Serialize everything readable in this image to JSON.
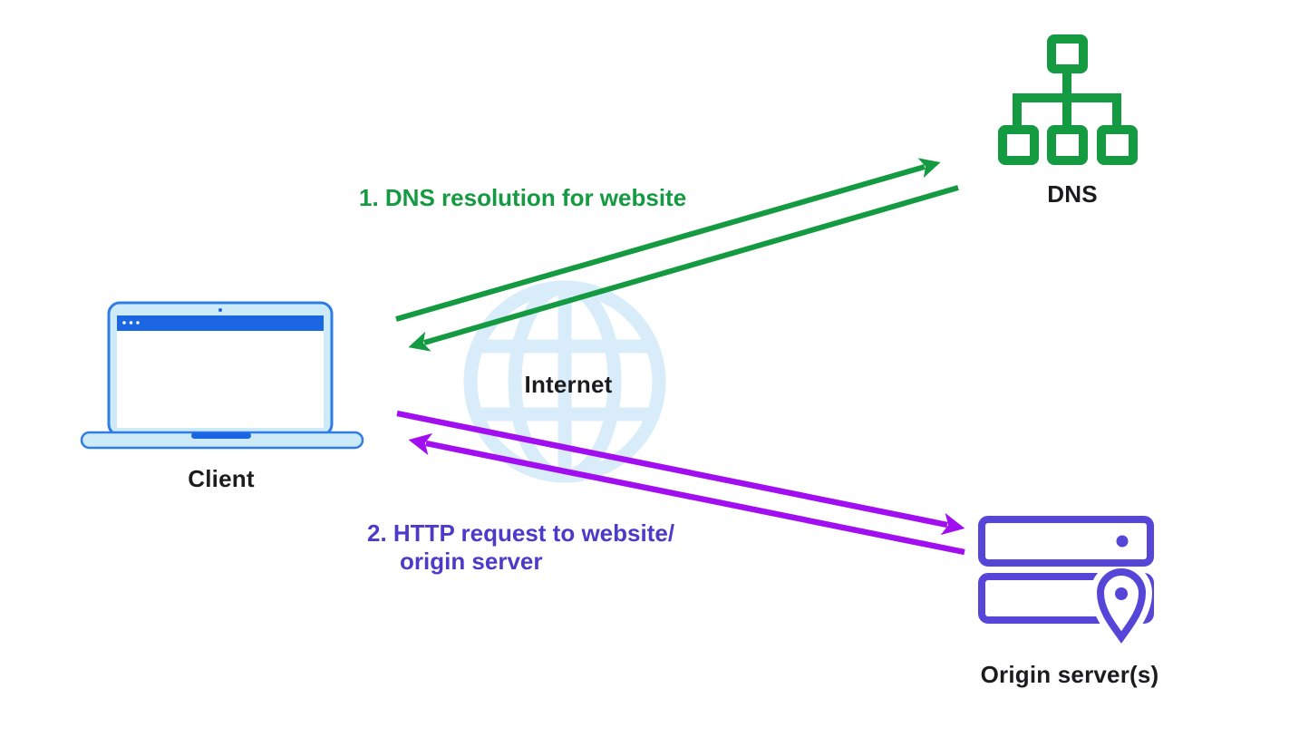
{
  "colors": {
    "background": "#ffffff",
    "green": "#149a40",
    "violet": "#a10ef0",
    "indigo_icon": "#5546d8",
    "indigo_text": "#4b3bc8",
    "globe_blue": "#d9ecf9",
    "laptop_line": "#2e7ce4",
    "laptop_fill": "#cdeaf8",
    "laptop_bar": "#1a66e3",
    "label_dark": "#1c1c1e",
    "white": "#ffffff"
  },
  "nodes": {
    "client": {
      "label": "Client",
      "icon": "laptop-icon"
    },
    "dns": {
      "label": "DNS",
      "icon": "network-hierarchy-icon"
    },
    "internet": {
      "label": "Internet",
      "icon": "globe-icon"
    },
    "origin": {
      "label": "Origin server(s)",
      "icon": "server-location-pin-icon"
    }
  },
  "annotations": {
    "step1": {
      "text": "1. DNS resolution for website",
      "color": "#149a40"
    },
    "step2": {
      "line1": "2. HTTP request to website/",
      "line2": "origin server",
      "color": "#4b3bc8"
    }
  },
  "arrows": [
    {
      "name": "dns-request",
      "from": "client",
      "to": "dns",
      "color": "#149a40"
    },
    {
      "name": "dns-response",
      "from": "dns",
      "to": "client",
      "color": "#149a40"
    },
    {
      "name": "http-request",
      "from": "client",
      "to": "origin",
      "color": "#a10ef0"
    },
    {
      "name": "http-response",
      "from": "origin",
      "to": "client",
      "color": "#a10ef0"
    }
  ]
}
